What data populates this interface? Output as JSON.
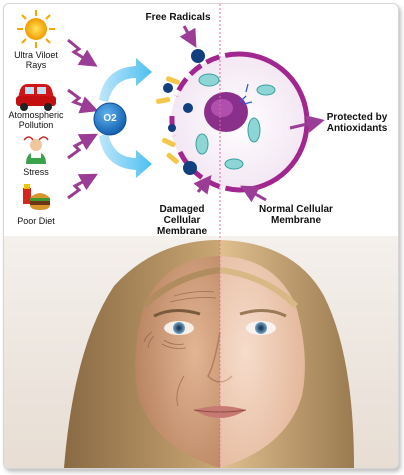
{
  "sources": [
    {
      "label": "Ultra Viloet Rays",
      "icon": "sun-icon"
    },
    {
      "label": "Atomospheric Pollution",
      "icon": "car-icon"
    },
    {
      "label": "Stress",
      "icon": "stress-person-icon"
    },
    {
      "label": "Poor Diet",
      "icon": "burger-icon"
    }
  ],
  "o2_label": "O2",
  "labels": {
    "free_radicals": "Free Radicals",
    "protected": "Protected by Antioxidants",
    "damaged": "Damaged Cellular Membrane",
    "normal": "Normal Cellular Membrane"
  },
  "colors": {
    "arrow_purple": "#9b3c97",
    "membrane": "#a1268f",
    "nucleus": "#8a2f8a",
    "o2_blue": "#1f78c8",
    "radical_blue": "#123f80",
    "guide_line": "#e06a9a"
  }
}
